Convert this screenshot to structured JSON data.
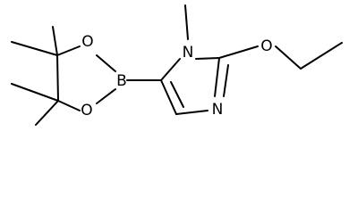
{
  "molecule": {
    "atoms": {
      "boron": "B",
      "oxygen_upper": "O",
      "oxygen_lower": "O",
      "nitrogen_methyl": "N",
      "nitrogen_ring": "N",
      "oxygen_ethoxy": "O"
    }
  }
}
